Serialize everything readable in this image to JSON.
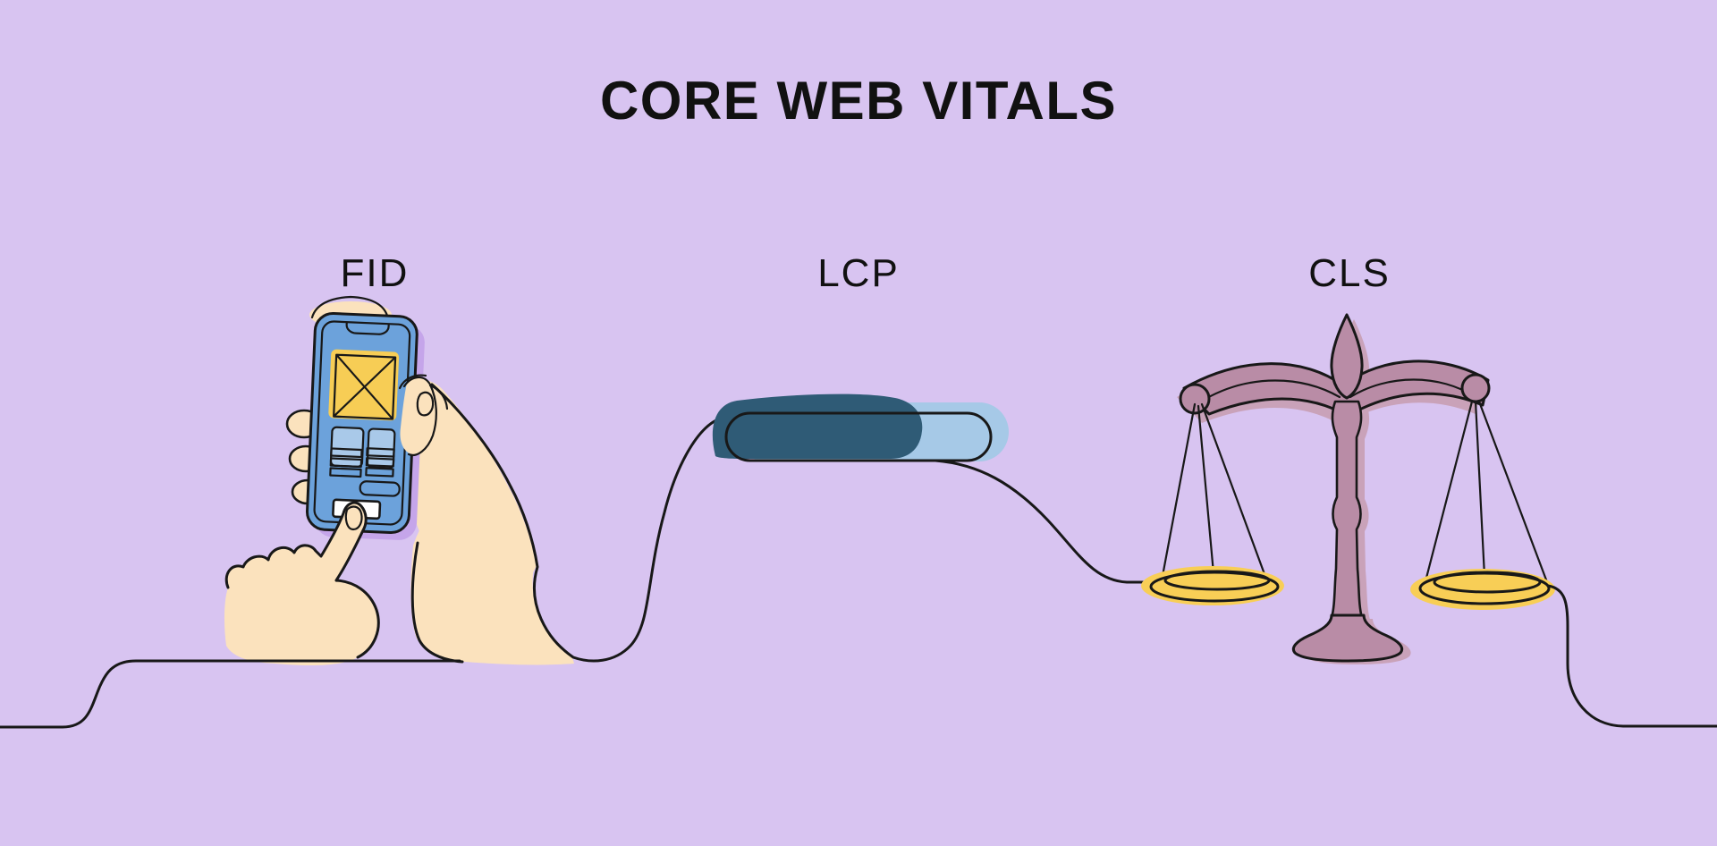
{
  "title": "CORE WEB VITALS",
  "metrics": [
    {
      "id": "fid",
      "label": "FID",
      "icon": "tapping-hand-phone-icon",
      "meaning": ""
    },
    {
      "id": "lcp",
      "label": "LCP",
      "icon": "loading-progress-bar-icon",
      "meaning": ""
    },
    {
      "id": "cls",
      "label": "CLS",
      "icon": "balance-scale-icon",
      "meaning": ""
    }
  ],
  "colors": {
    "background": "#D8C4F1",
    "line": "#181818",
    "text": "#111111",
    "skin": "#FBE2BD",
    "phone_blue": "#6CA2DB",
    "phone_shadow_purple": "#C5A5EA",
    "card_blue": "#A9C9E9",
    "accent_yellow": "#F7CD55",
    "white": "#FFFFFF",
    "bar_dark": "#2F5B76",
    "bar_light": "#A6C9E7",
    "scale_mauve": "#B98CA6",
    "scale_mauve_shadow": "#C9A2B9",
    "pan_yellow": "#F8CE56"
  }
}
